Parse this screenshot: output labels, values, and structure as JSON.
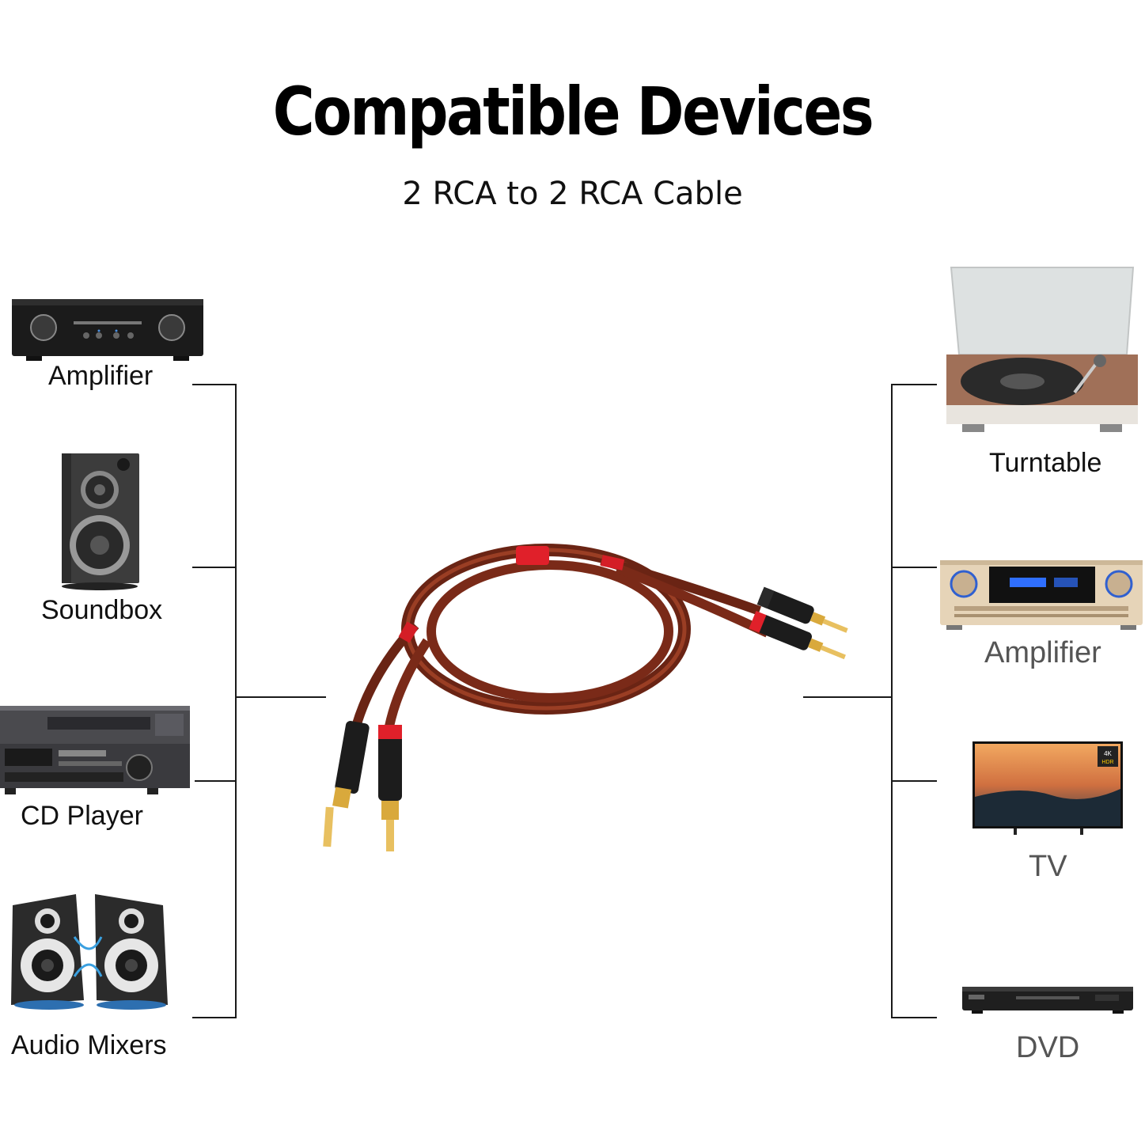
{
  "header": {
    "title": "Compatible Devices",
    "subtitle": "2 RCA to 2 RCA Cable"
  },
  "left_devices": [
    {
      "label": "Amplifier",
      "icon": "amplifier-icon"
    },
    {
      "label": "Soundbox",
      "icon": "speaker-icon"
    },
    {
      "label": "CD Player",
      "icon": "cd-player-icon"
    },
    {
      "label": "Audio Mixers",
      "icon": "speaker-pair-icon"
    }
  ],
  "right_devices": [
    {
      "label": "Turntable",
      "icon": "turntable-icon"
    },
    {
      "label": "Amplifier",
      "icon": "av-receiver-icon"
    },
    {
      "label": "TV",
      "icon": "tv-icon"
    },
    {
      "label": "DVD",
      "icon": "dvd-player-icon"
    }
  ],
  "product": {
    "icon": "rca-cable-icon"
  },
  "colors": {
    "cable": "#7a2a18",
    "cable_highlight": "#a8452a",
    "accent_red": "#e0202a",
    "gold": "#d9a93c",
    "connector_black": "#1c1c1c"
  }
}
